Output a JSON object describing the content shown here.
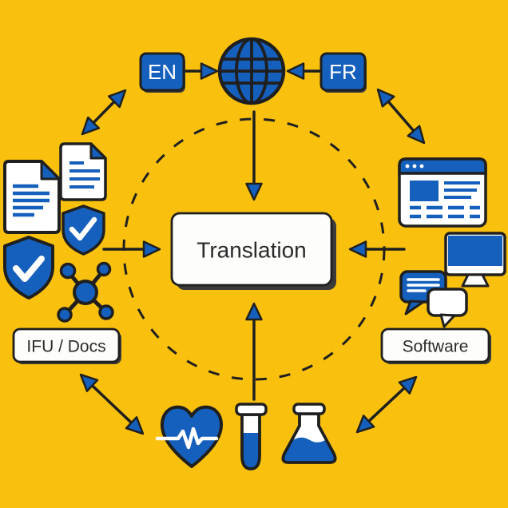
{
  "center": {
    "label": "Translation"
  },
  "nodes": {
    "languages": {
      "source": "EN",
      "target": "FR",
      "icon": "globe-icon"
    },
    "documents": {
      "label": "IFU / Docs",
      "icons": [
        "document-icon",
        "document-icon",
        "shield-check-icon",
        "shield-check-icon",
        "molecule-icon"
      ]
    },
    "software": {
      "label": "Software",
      "icons": [
        "browser-window-icon",
        "desktop-monitor-icon",
        "chat-bubbles-icon"
      ]
    },
    "medical": {
      "icons": [
        "heart-pulse-icon",
        "test-tube-icon",
        "flask-icon"
      ]
    }
  },
  "colors": {
    "background": "#F9C10E",
    "primary_blue": "#1560BD",
    "outline": "#1F1F1F",
    "surface": "#FFFFFF",
    "text_dark": "#2A2A2A"
  }
}
